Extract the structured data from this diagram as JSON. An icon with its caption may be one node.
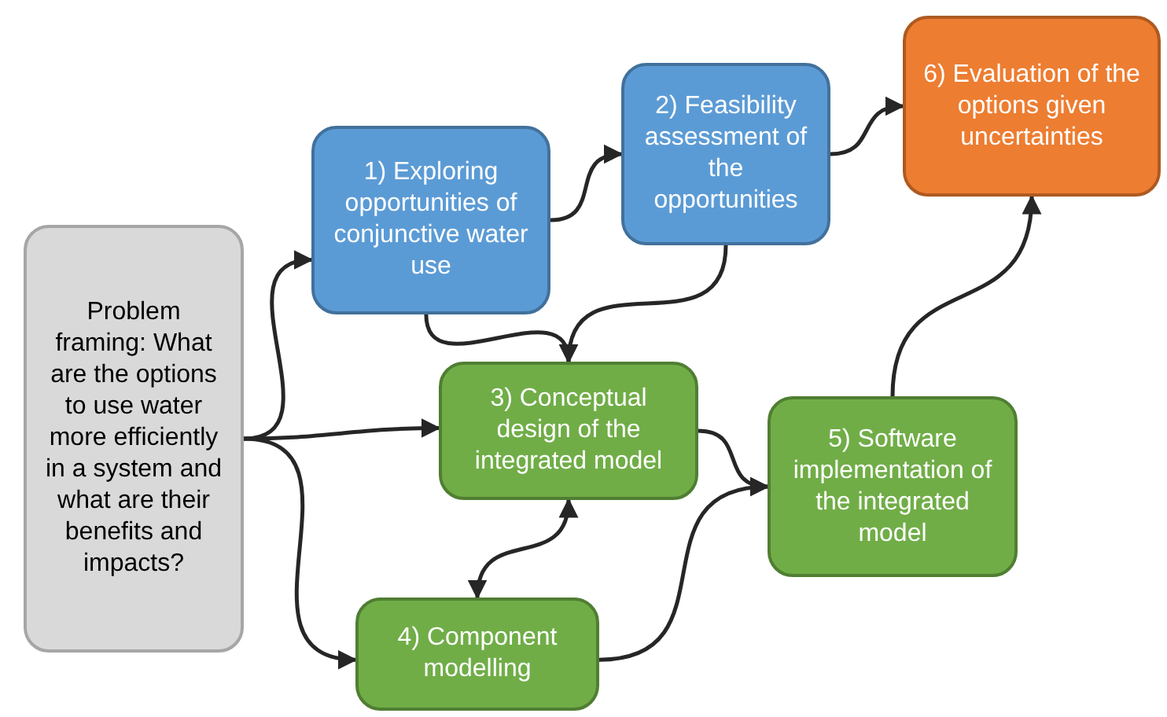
{
  "diagram": {
    "nodes": [
      {
        "text": [
          "Problem framing: What are the options to use water more efficiently in a system and what are their benefits and impacts?"
        ]
      },
      {
        "text": [
          "1) Exploring opportunities of conjunctive water use"
        ]
      },
      {
        "text": [
          "2) Feasibility assessment of the opportunities"
        ]
      },
      {
        "text": [
          "3) Conceptual design of the integrated model"
        ]
      },
      {
        "text": [
          "4) Component modelling"
        ]
      },
      {
        "text": [
          "5) Software implementation of the integrated model"
        ]
      },
      {
        "text": [
          "6) Evaluation of the options given uncertainties"
        ]
      }
    ],
    "edges": [
      {
        "from": 0,
        "to": 1,
        "arrow": "to"
      },
      {
        "from": 0,
        "to": 3,
        "arrow": "to"
      },
      {
        "from": 0,
        "to": 4,
        "arrow": "to"
      },
      {
        "from": 1,
        "to": 2,
        "arrow": "to"
      },
      {
        "from": 1,
        "to": 3,
        "arrow": "to"
      },
      {
        "from": 2,
        "to": 3,
        "arrow": "to"
      },
      {
        "from": 3,
        "to": 4,
        "arrow": "both"
      },
      {
        "from": 3,
        "to": 5,
        "arrow": "to"
      },
      {
        "from": 4,
        "to": 5,
        "arrow": "to"
      },
      {
        "from": 5,
        "to": 6,
        "arrow": "to"
      },
      {
        "from": 2,
        "to": 6,
        "arrow": "to"
      }
    ]
  }
}
